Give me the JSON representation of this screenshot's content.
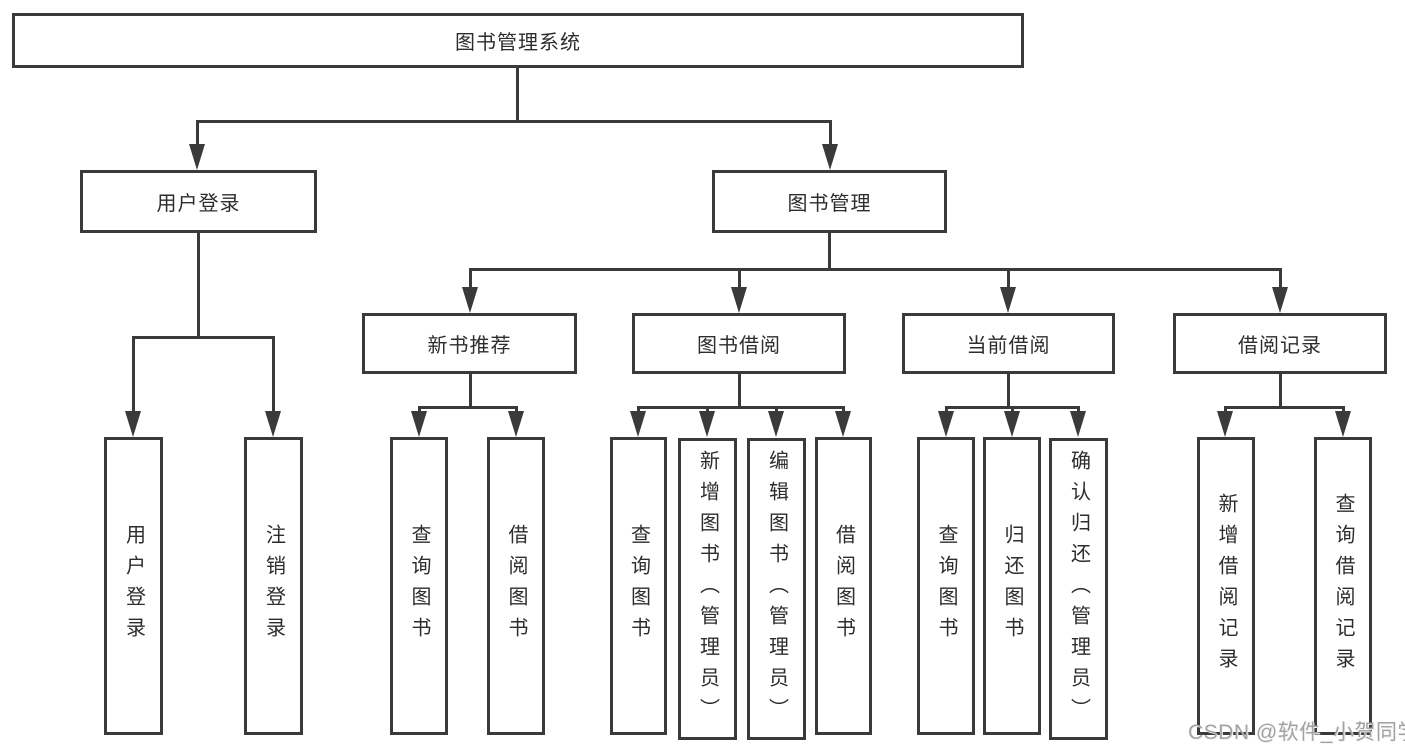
{
  "diagram": {
    "root": {
      "label": "图书管理系统"
    },
    "level2": [
      {
        "label": "用户登录"
      },
      {
        "label": "图书管理"
      }
    ],
    "level3": [
      {
        "label": "新书推荐"
      },
      {
        "label": "图书借阅"
      },
      {
        "label": "当前借阅"
      },
      {
        "label": "借阅记录"
      }
    ],
    "leaves": [
      {
        "label": "用户登录"
      },
      {
        "label": "注销登录"
      },
      {
        "label": "查询图书"
      },
      {
        "label": "借阅图书"
      },
      {
        "label": "查询图书"
      },
      {
        "label": "新增图书（管理员）"
      },
      {
        "label": "编辑图书（管理员）"
      },
      {
        "label": "借阅图书"
      },
      {
        "label": "查询图书"
      },
      {
        "label": "归还图书"
      },
      {
        "label": "确认归还（管理员）"
      },
      {
        "label": "新增借阅记录"
      },
      {
        "label": "查询借阅记录"
      }
    ]
  },
  "watermark": {
    "text": "CSDN @软件_小贺同学"
  },
  "colors": {
    "line": "#3a3a3a",
    "text": "#2d2d2d",
    "box_bg": "#ffffff",
    "watermark": "#a3a3a3"
  }
}
